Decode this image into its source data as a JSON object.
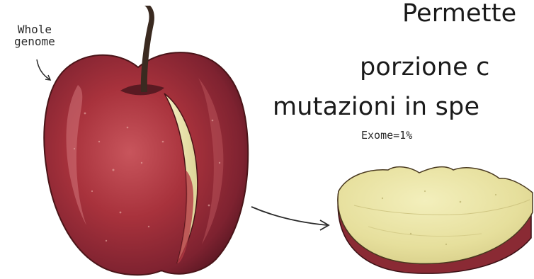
{
  "slide": {
    "text_line1": "Permette",
    "text_line2": "porzione c",
    "text_line3": "mutazioni in spe"
  },
  "labels": {
    "whole_genome_line1": "Whole",
    "whole_genome_line2": "genome",
    "exome": "Exome=1%"
  },
  "colors": {
    "apple_red": "#a8323c",
    "apple_dark": "#6e1e2a",
    "flesh": "#e8e2a0",
    "stem": "#3a2a20"
  },
  "icons": [
    "apple-illustration",
    "apple-slice-illustration",
    "arrow-icon"
  ]
}
